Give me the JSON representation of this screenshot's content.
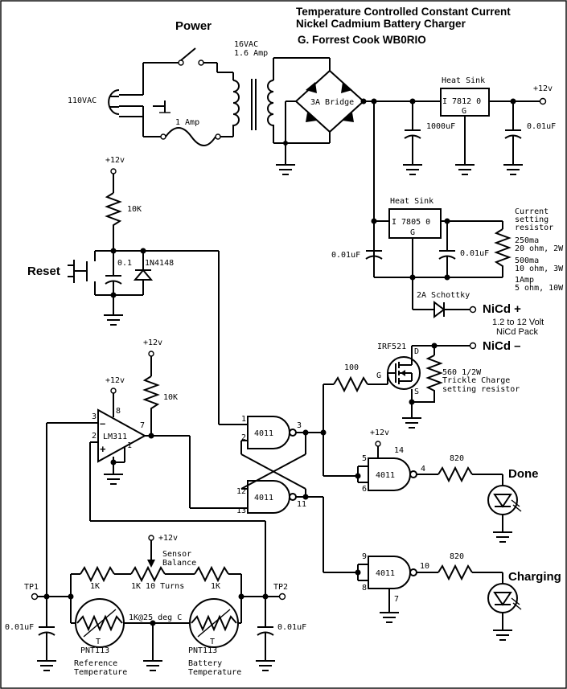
{
  "title": {
    "line1": "Temperature Controlled Constant Current",
    "line2": "Nickel Cadmium Battery Charger",
    "author": "G. Forrest Cook  WB0RIO"
  },
  "labels": {
    "power": "Power",
    "vac_in": "110VAC",
    "xfmr_v": "16VAC",
    "xfmr_a": "1.6 Amp",
    "fuse": "1 Amp",
    "bridge": "3A Bridge",
    "heat_sink": "Heat Sink",
    "reg12": "I  7812  0",
    "reg12_g": "G",
    "reg5": "I  7805  0",
    "reg5_g": "G",
    "cap1000": "1000uF",
    "cap01a": "0.01uF",
    "cap01b": "0.01uF",
    "cap01c": "0.01uF",
    "plus12a": "+12v",
    "plus12b": "+12v",
    "plus12c": "+12v",
    "plus12d": "+12v",
    "plus12e": "+12v",
    "plus12f": "+12v",
    "res10k_a": "10K",
    "res10k_b": "10K",
    "cap_reset": "0.1",
    "diode_reset": "1N4148",
    "reset": "Reset",
    "cs_1": "Current",
    "cs_2": "setting",
    "cs_3": "resistor",
    "cs_4": "250ma",
    "cs_5": "20 ohm, 2W",
    "cs_6": "500ma",
    "cs_7": "10 ohm, 3W",
    "cs_8": "1Amp",
    "cs_9": "5 ohm, 10W",
    "schottky": "2A Schottky",
    "nicd_plus": "NiCd +",
    "pack1": "1.2 to 12 Volt",
    "pack2": "NiCd Pack",
    "nicd_minus": "NiCd –",
    "irf": "IRF521",
    "d": "D",
    "g": "G",
    "s": "S",
    "r100": "100",
    "trickle1": "560 1/2W",
    "trickle2": "Trickle Charge",
    "trickle3": "setting resistor",
    "lm311": "LM311",
    "pin3": "3",
    "pin2": "2",
    "pin8": "8",
    "pin7": "7",
    "pin1": "1",
    "g1": "4011",
    "g2": "4011",
    "g3": "4011",
    "g4": "4011",
    "n1": "1",
    "n2": "2",
    "n3": "3",
    "n12": "12",
    "n13": "13",
    "n11": "11",
    "n5": "5",
    "n6": "6",
    "n4": "4",
    "n14": "14",
    "n9": "9",
    "n8": "8",
    "n10": "10",
    "n7": "7",
    "r820a": "820",
    "r820b": "820",
    "done": "Done",
    "charging": "Charging",
    "sensor1": "Sensor",
    "sensor2": "Balance",
    "r1k_a": "1K",
    "r1k_b": "1K 10 Turns",
    "r1k_c": "1K",
    "tp1": "TP1",
    "tp2": "TP2",
    "cap01d": "0.01uF",
    "cap01e": "0.01uF",
    "k25": "1K@25 deg C",
    "t1": "T",
    "t2": "T",
    "pnt1": "PNT113",
    "pnt2": "PNT113",
    "ref1": "Reference",
    "ref2": "Temperature",
    "bat1": "Battery",
    "bat2": "Temperature"
  }
}
